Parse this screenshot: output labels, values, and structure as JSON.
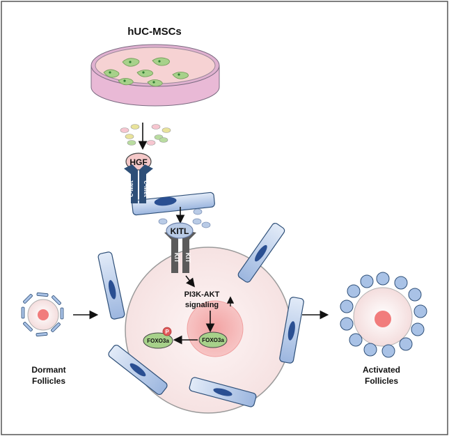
{
  "title": "hUC-MSCs",
  "ligand_hgf": "HGF",
  "receptor_cmet_left": "c-Met",
  "receptor_cmet_right": "c-Met",
  "ligand_kitl": "KITL",
  "receptor_kit_left": "KIT",
  "receptor_kit_right": "KIT",
  "pathway_line1": "PI3K-AKT",
  "pathway_line2": "signaling",
  "foxo_phospho": "FOXO3a",
  "foxo_nuclear": "FOXO3a",
  "phospho_mark": "P",
  "dormant_line1": "Dormant",
  "dormant_line2": "Follicles",
  "activated_line1": "Activated",
  "activated_line2": "Follicles",
  "colors": {
    "dish_fill": "#f6d0d2",
    "cell_green": "#a7d18a",
    "granulosa_blue": "#a9c2e6",
    "receptor_navy": "#2e4f78",
    "kit_gray": "#5b5b5b",
    "nucleus_pink": "#f4a0a0",
    "oocyte_red": "#f17c7c",
    "frame": "#555555"
  }
}
